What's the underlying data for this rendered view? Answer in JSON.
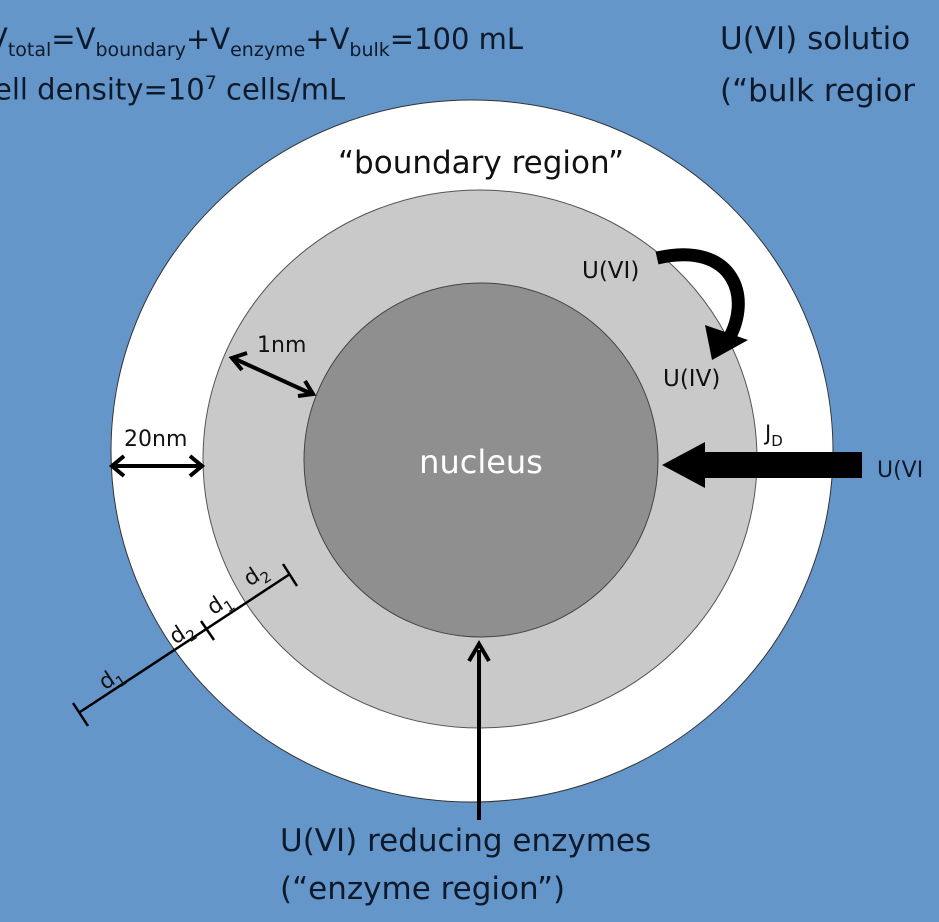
{
  "header": {
    "volume_eq": {
      "v_sub_total": "total",
      "eq1": "=V",
      "v_sub_boundary": "boundary",
      "plus1": "+V",
      "v_sub_enzyme": "enzyme",
      "plus2": "+V",
      "v_sub_bulk": "bulk",
      "result": "=100 mL"
    },
    "cell_density": {
      "prefix": "ell density=10",
      "exponent": "7",
      "suffix": " cells/mL"
    },
    "bulk_label_line1": "U(VI) solutio",
    "bulk_label_line2": "(“bulk regior"
  },
  "diagram": {
    "boundary_label": "“boundary region”",
    "nucleus_label": "nucleus",
    "uvi_label": "U(VI)",
    "uiv_label": "U(IV)",
    "jd_label": "J",
    "jd_sub": "D",
    "bulk_uvi_label": "U(VI",
    "dim_1nm": "1nm",
    "dim_20nm": "20nm",
    "d1": "d",
    "d1_sub": "1",
    "d2": "d",
    "d2_sub": "2",
    "enzyme_label_line1": "U(VI) reducing enzymes",
    "enzyme_label_line2": "(“enzyme region”)"
  },
  "colors": {
    "background": "#6596c9",
    "boundary_region": "#ffffff",
    "enzyme_region": "#c9c9c9",
    "nucleus": "#8f8f8f",
    "text": "#111111"
  }
}
